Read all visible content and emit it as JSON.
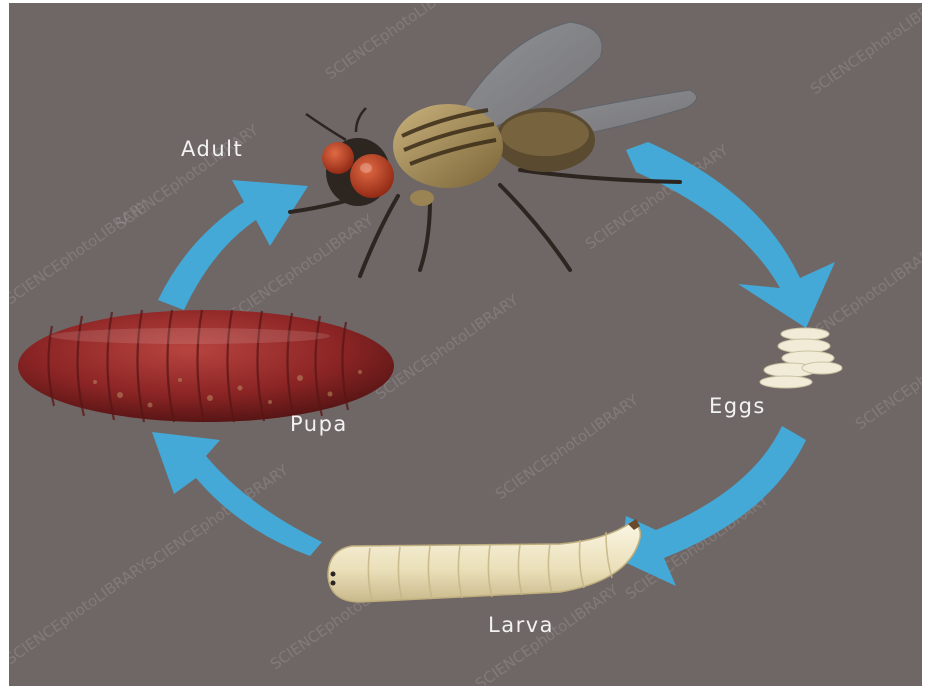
{
  "diagram": {
    "type": "life-cycle",
    "stages": [
      {
        "id": "adult",
        "label": "Adult"
      },
      {
        "id": "eggs",
        "label": "Eggs"
      },
      {
        "id": "larva",
        "label": "Larva"
      },
      {
        "id": "pupa",
        "label": "Pupa"
      }
    ],
    "watermark": "SCIENCEphotoLIBRARY",
    "colors": {
      "background": "#6f6766",
      "frame": "#ffffff",
      "arrow": "#44a9d6",
      "label": "#f2f2f2",
      "pupa": "#8a2424",
      "larva": "#eadfb8",
      "egg": "#f1ecd8",
      "fly_eye": "#b5361c",
      "fly_body": "#b59a64"
    }
  }
}
